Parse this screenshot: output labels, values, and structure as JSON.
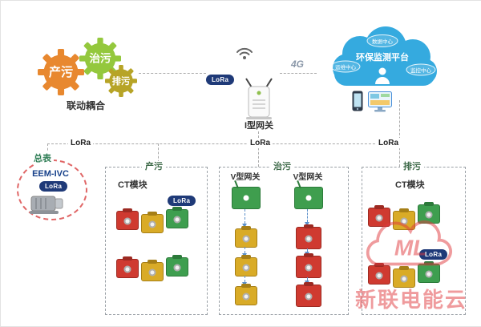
{
  "colors": {
    "gear_orange": "#e8882f",
    "gear_green": "#94c83d",
    "gear_olive": "#b7a427",
    "lora_pill": "#1f3a78",
    "cloud_blue": "#35aadf",
    "module_red": "#cf3a30",
    "module_yellow": "#d9ab27",
    "module_green": "#3e9e4f",
    "watermark_red": "#e0393e"
  },
  "gears": {
    "caption": "联动耦合",
    "items": [
      {
        "label": "产污"
      },
      {
        "label": "治污"
      },
      {
        "label": "排污"
      }
    ]
  },
  "gateway": {
    "label": "I型网关",
    "lora": "LoRa",
    "g4": "4G"
  },
  "cloud": {
    "title": "环保监测平台",
    "nodes": [
      "数据中心",
      "运维中心",
      "监控中心"
    ]
  },
  "bus": {
    "lora": [
      "LoRa",
      "LoRa",
      "LoRa"
    ]
  },
  "meter": {
    "caption": "总表",
    "model": "EEM-IVC",
    "lora": "LoRa"
  },
  "zones": [
    {
      "label": "产污",
      "device": "CT模块",
      "lora": "LoRa"
    },
    {
      "label": "治污",
      "gateways": [
        {
          "label": "V型网关"
        },
        {
          "label": "V型网关"
        }
      ]
    },
    {
      "label": "排污",
      "device": "CT模块",
      "lora": "LoRa"
    }
  ],
  "watermark": {
    "logo": "ML",
    "text": "新联电能云"
  }
}
